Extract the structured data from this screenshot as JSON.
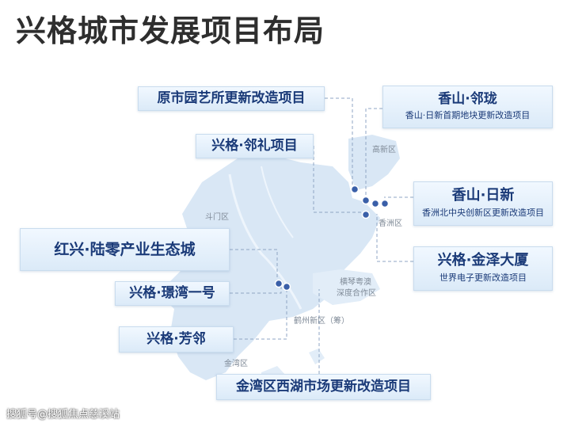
{
  "title": "兴格城市发展项目布局",
  "projects": [
    {
      "name": "原市园艺所更新改造项目"
    },
    {
      "name": "香山·邻珑",
      "desc": "香山·日新首期地块更新改造项目"
    },
    {
      "name": "兴格·邻礼项目"
    },
    {
      "name": "香山·日新",
      "desc": "香洲北中央创新区更新改造项目"
    },
    {
      "name": "红兴·陆零产业生态城"
    },
    {
      "name": "兴格·金泽大厦",
      "desc": "世界电子更新改造项目"
    },
    {
      "name": "兴格·璟湾一号"
    },
    {
      "name": "兴格·芳邻"
    },
    {
      "name": "金湾区西湖市场更新改造项目"
    }
  ],
  "districts": {
    "gaoxin": "高新区",
    "doumen": "斗门区",
    "xiangzhou": "香洲区",
    "hengqin": "横琴粤澳",
    "hengqin2": "深度合作区",
    "hezhou": "鹤州新区（筹）",
    "jinwan": "金湾区"
  },
  "footer": "搜狐号@搜狐焦点慈溪站",
  "colors": {
    "box_text": "#1a3a78",
    "dot": "#3a5fa8",
    "map": "#d9e7f5",
    "line": "#8fa6c4"
  }
}
